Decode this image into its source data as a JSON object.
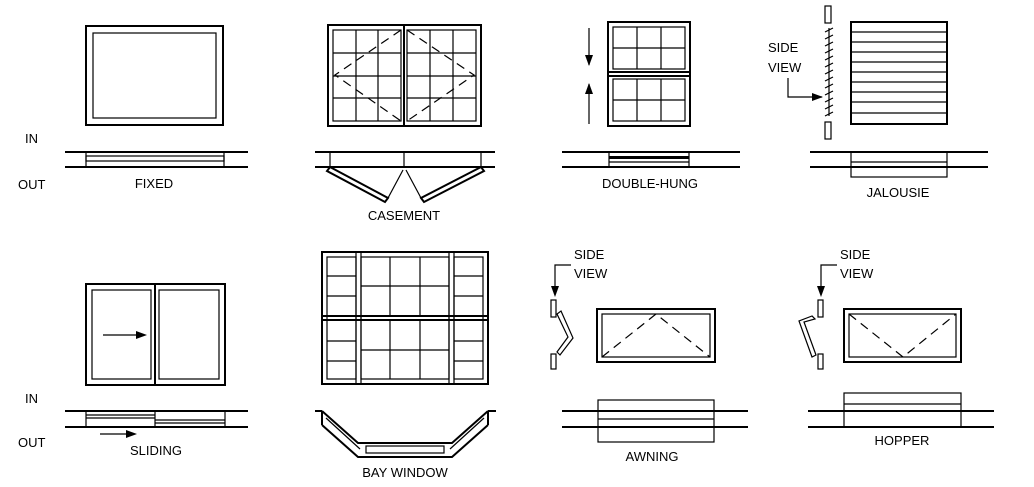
{
  "labels": {
    "fixed": "FIXED",
    "casement": "CASEMENT",
    "double_hung": "DOUBLE-HUNG",
    "jalousie": "JALOUSIE",
    "sliding": "SLIDING",
    "bay_window": "BAY WINDOW",
    "awning": "AWNING",
    "hopper": "HOPPER"
  },
  "side_labels": {
    "in_top": "IN",
    "out_top": "OUT",
    "in_bottom": "IN",
    "out_bottom": "OUT"
  },
  "side_view": {
    "line1": "SIDE",
    "line2": "VIEW"
  }
}
